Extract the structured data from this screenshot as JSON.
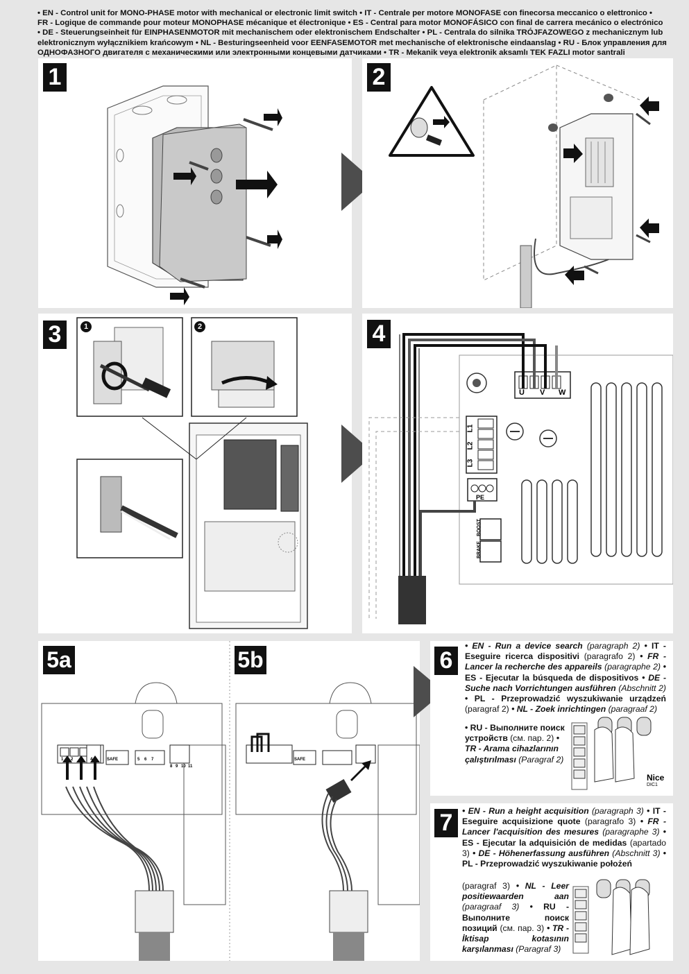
{
  "header": {
    "line1": "• EN - Control unit for MONO-PHASE motor with mechanical or electronic limit switch • IT - Centrale per motore MONOFASE con finecorsa meccanico o elettronico •",
    "line2": "FR - Logique de commande pour moteur MONOPHASE mécanique et électronique • ES - Central para motor MONOFÁSICO con final de carrera mecánico o electrónico",
    "line3": "• DE - Steuerungseinheit für EINPHASENMOTOR mit mechanischem oder elektronischem Endschalter • PL - Centrala do silnika TRÓJFAZOWEGO z mechanicznym lub",
    "line4": "elektronicznym wyłącznikiem krańcowym • NL - Besturingseenheid voor EENFASEMOTOR met mechanische of elektronische eindaanslag • RU - Блок управления для",
    "line5": "ОДНОФАЗНОГО двигателя с механическими или электронными концевыми датчиками • TR - Mekanik veya elektronik aksamlı TEK FAZLI motor santrali"
  },
  "steps": {
    "s1": "1",
    "s2": "2",
    "s3": "3",
    "s4": "4",
    "s5a": "5a",
    "s5b": "5b",
    "s6": "6",
    "s7": "7"
  },
  "step3": {
    "sub1": "1",
    "sub2": "2"
  },
  "step4": {
    "terminals_motor": [
      "U",
      "V",
      "W"
    ],
    "terminals_line": [
      "L1",
      "L2",
      "L3"
    ],
    "pe": "PE",
    "boost": "BOOST",
    "brake": "BRAKE"
  },
  "step5": {
    "terminals_a": [
      "1",
      "2",
      "3",
      "4"
    ],
    "safe": "SAFE",
    "terminals_b": [
      "5",
      "6",
      "7"
    ],
    "terminals_c": [
      "8",
      "9",
      "10",
      "11"
    ]
  },
  "step6": {
    "en_label": "• EN - Run a device search",
    "en_ref": "(paragraph 2)",
    "it_label": "• IT - Eseguire ricerca dispositivi",
    "it_ref": "(paragrafo 2)",
    "fr_label": "• FR - Lancer la recherche des appareils",
    "fr_ref": "(paragraphe 2)",
    "es_label": "• ES - Ejecutar la búsqueda de dispositivos",
    "de_label": "• DE - Suche nach Vorrichtungen ausführen",
    "de_ref": "(Abschnitt 2)",
    "pl_label": "• PL - Przeprowadzić wyszukiwanie urządzeń",
    "pl_ref": "(paragraf 2)",
    "nl_label": "• NL - Zoek inrichtingen",
    "nl_ref": "(paragraaf 2)",
    "ru_label": "• RU - Выполните поиск устройств",
    "ru_ref": "(см. пар. 2)",
    "tr_label": "• TR - Arama cihazlarının çalıştırılması",
    "tr_ref": "(Paragraf 2)",
    "brand": "Nice",
    "model": "DIC1"
  },
  "step7": {
    "en_label": "• EN - Run a height acquisition",
    "en_ref": "(paragraph 3)",
    "it_label": "• IT - Eseguire acquisizione quote",
    "it_ref": "(paragrafo 3)",
    "fr_label": "• FR - Lancer l'acquisition des mesures",
    "fr_ref": "(paragraphe 3)",
    "es_label": "• ES - Ejecutar la adquisición de medidas",
    "es_ref": "(apartado 3)",
    "de_label": "• DE - Höhenerfassung ausführen",
    "de_ref": "(Abschnitt 3)",
    "pl_label": "• PL - Przeprowadzić wyszukiwanie położeń",
    "pl_ref": "(paragraf 3)",
    "nl_label": "• NL - Leer positiewaarden aan",
    "nl_ref": "(paragraaf 3)",
    "ru_label": "• RU - Выполните поиск позиций",
    "ru_ref": "(см. пар. 3)",
    "tr_label": "• TR - İktisap kotasının karşılanması",
    "tr_ref": "(Paragraf 3)"
  },
  "colors": {
    "background": "#e6e6e6",
    "panel": "#ffffff",
    "arrow": "#4d4d4d",
    "badge": "#111111"
  }
}
